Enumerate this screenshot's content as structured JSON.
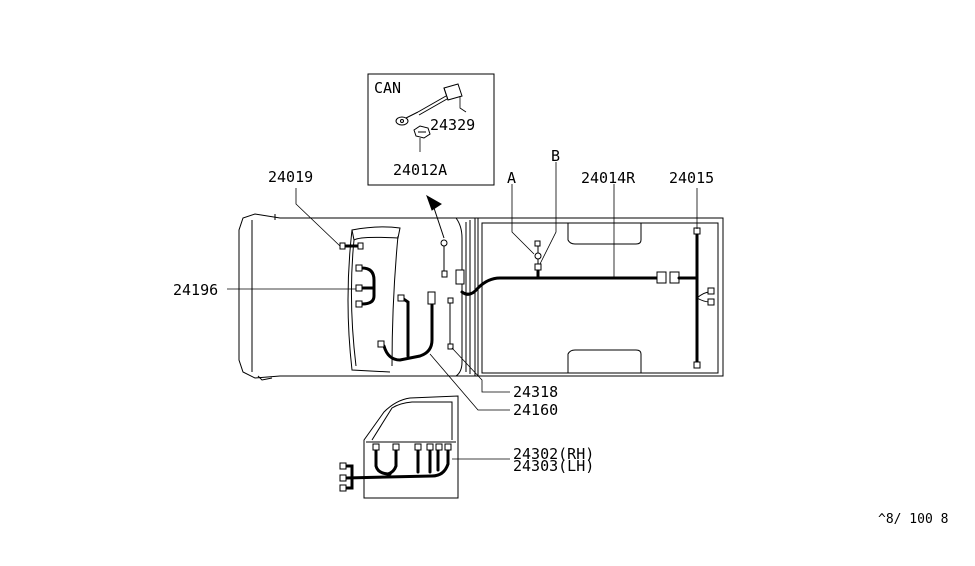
{
  "inset": {
    "title": "CAN",
    "parts": [
      "24329",
      "24012A"
    ]
  },
  "labels": {
    "p24019": "24019",
    "p24196": "24196",
    "pA": "A",
    "pB": "B",
    "p24014R": "24014R",
    "p24015": "24015",
    "p24318": "24318",
    "p24160": "24160",
    "p24302": "24302(RH)",
    "p24303": "24303(LH)"
  },
  "footer": {
    "code": "^8/ 100 8"
  }
}
